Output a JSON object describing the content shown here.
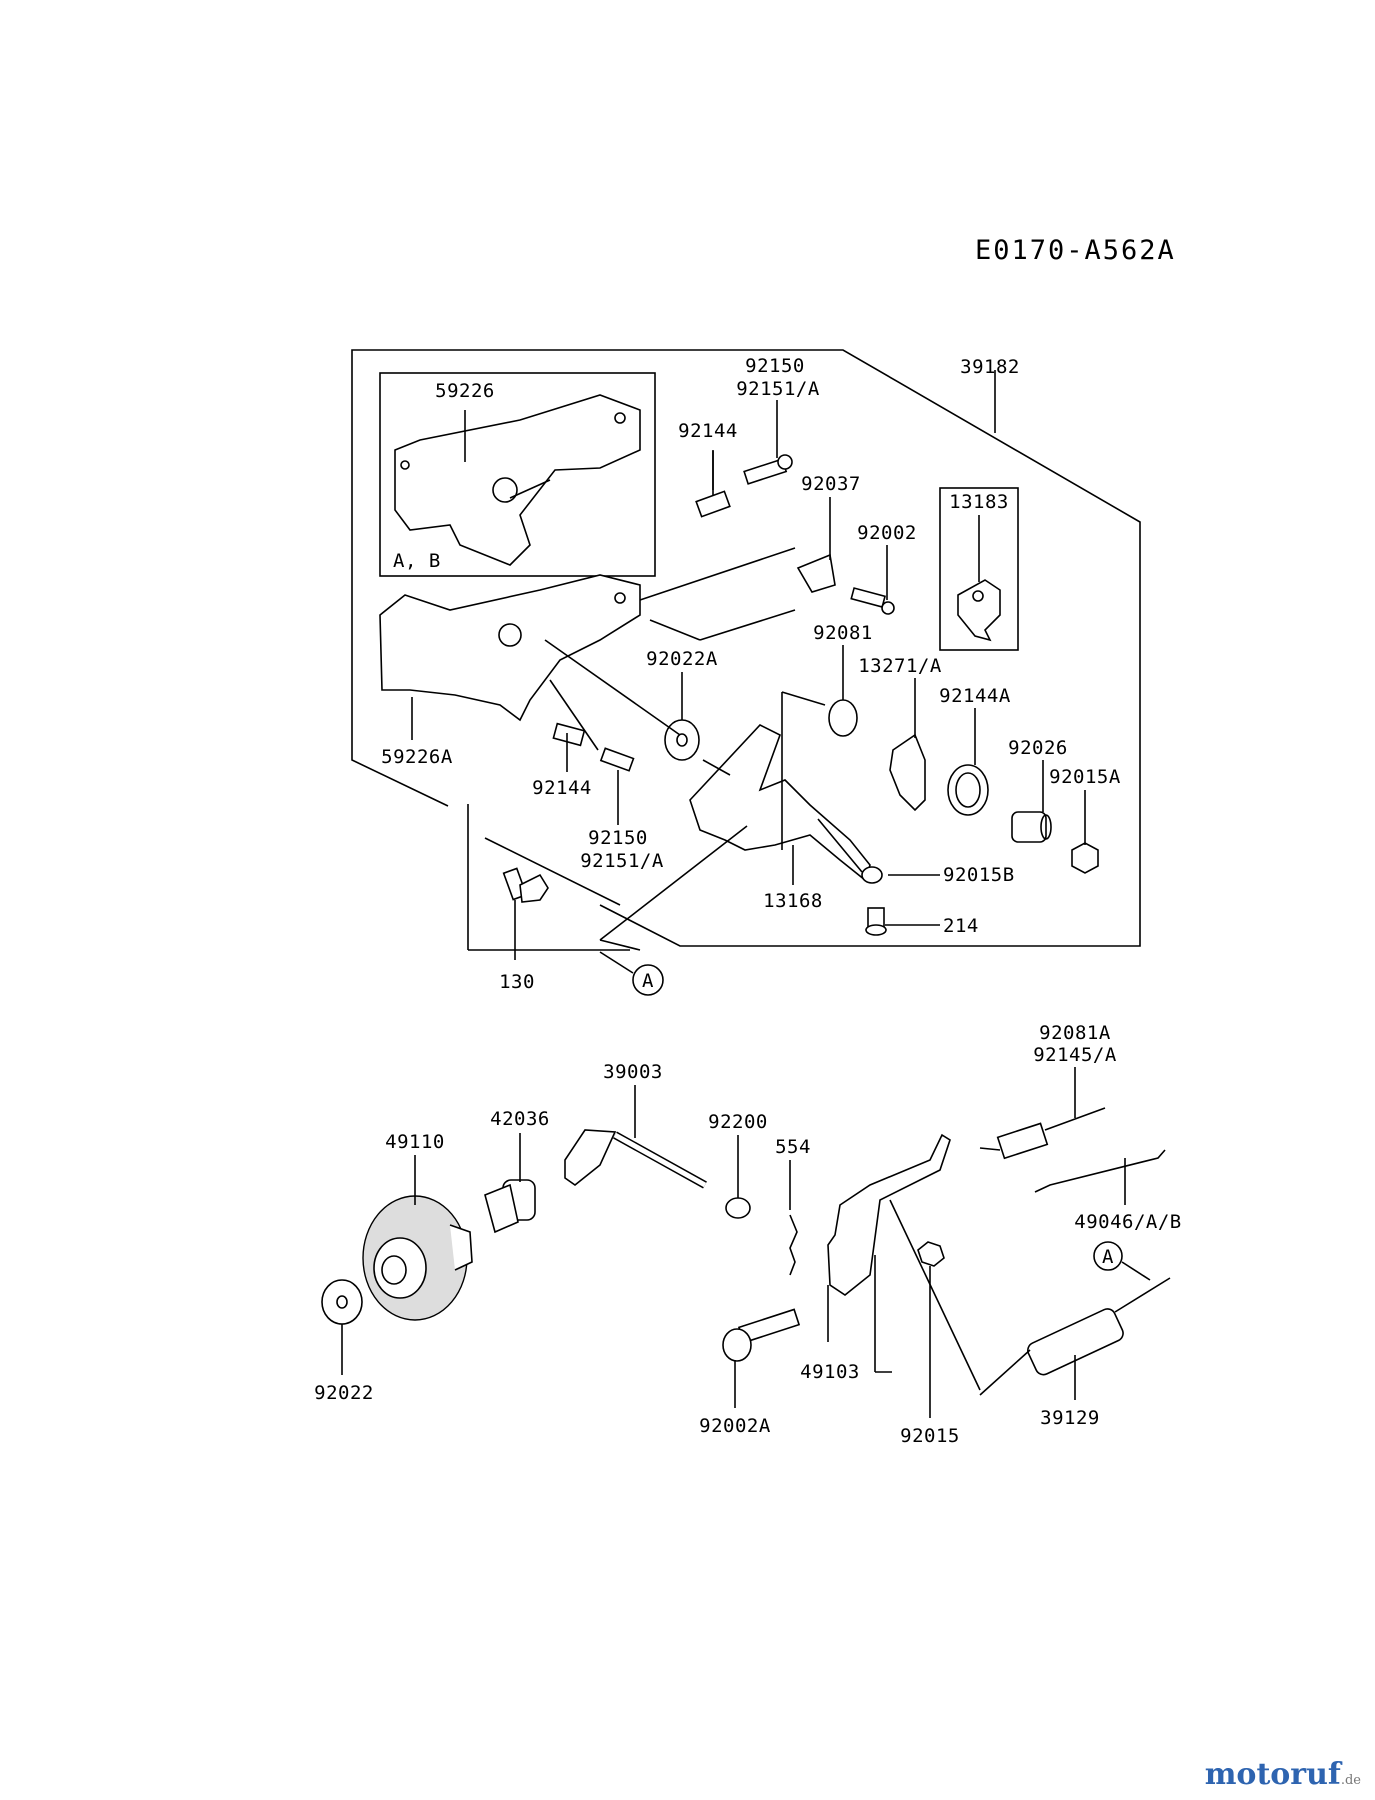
{
  "diagram": {
    "code": "E0170-A562A",
    "labels": {
      "p59226": "59226",
      "pAB": "A, B",
      "p92144a": "92144",
      "p92150a": "92150",
      "p92151a": "92151/A",
      "p39182": "39182",
      "p92037": "92037",
      "p92002": "92002",
      "p13183": "13183",
      "p92081": "92081",
      "p92022A": "92022A",
      "p13271": "13271/A",
      "p92144A": "92144A",
      "p92026": "92026",
      "p92015A": "92015A",
      "p59226A": "59226A",
      "p92144b": "92144",
      "p92150b": "92150",
      "p92151b": "92151/A",
      "p92015B": "92015B",
      "p13168": "13168",
      "p214": "214",
      "p130": "130",
      "circA1": "A",
      "p39003": "39003",
      "p92081A": "92081A",
      "p92145": "92145/A",
      "p49110": "49110",
      "p42036": "42036",
      "p92200": "92200",
      "p554": "554",
      "p49046": "49046/A/B",
      "circA2": "A",
      "p92022": "92022",
      "p49103": "49103",
      "p92002A": "92002A",
      "p92015": "92015",
      "p39129": "39129"
    }
  },
  "watermark": {
    "brand_main": "motoruf",
    "brand_tld": ".de"
  }
}
